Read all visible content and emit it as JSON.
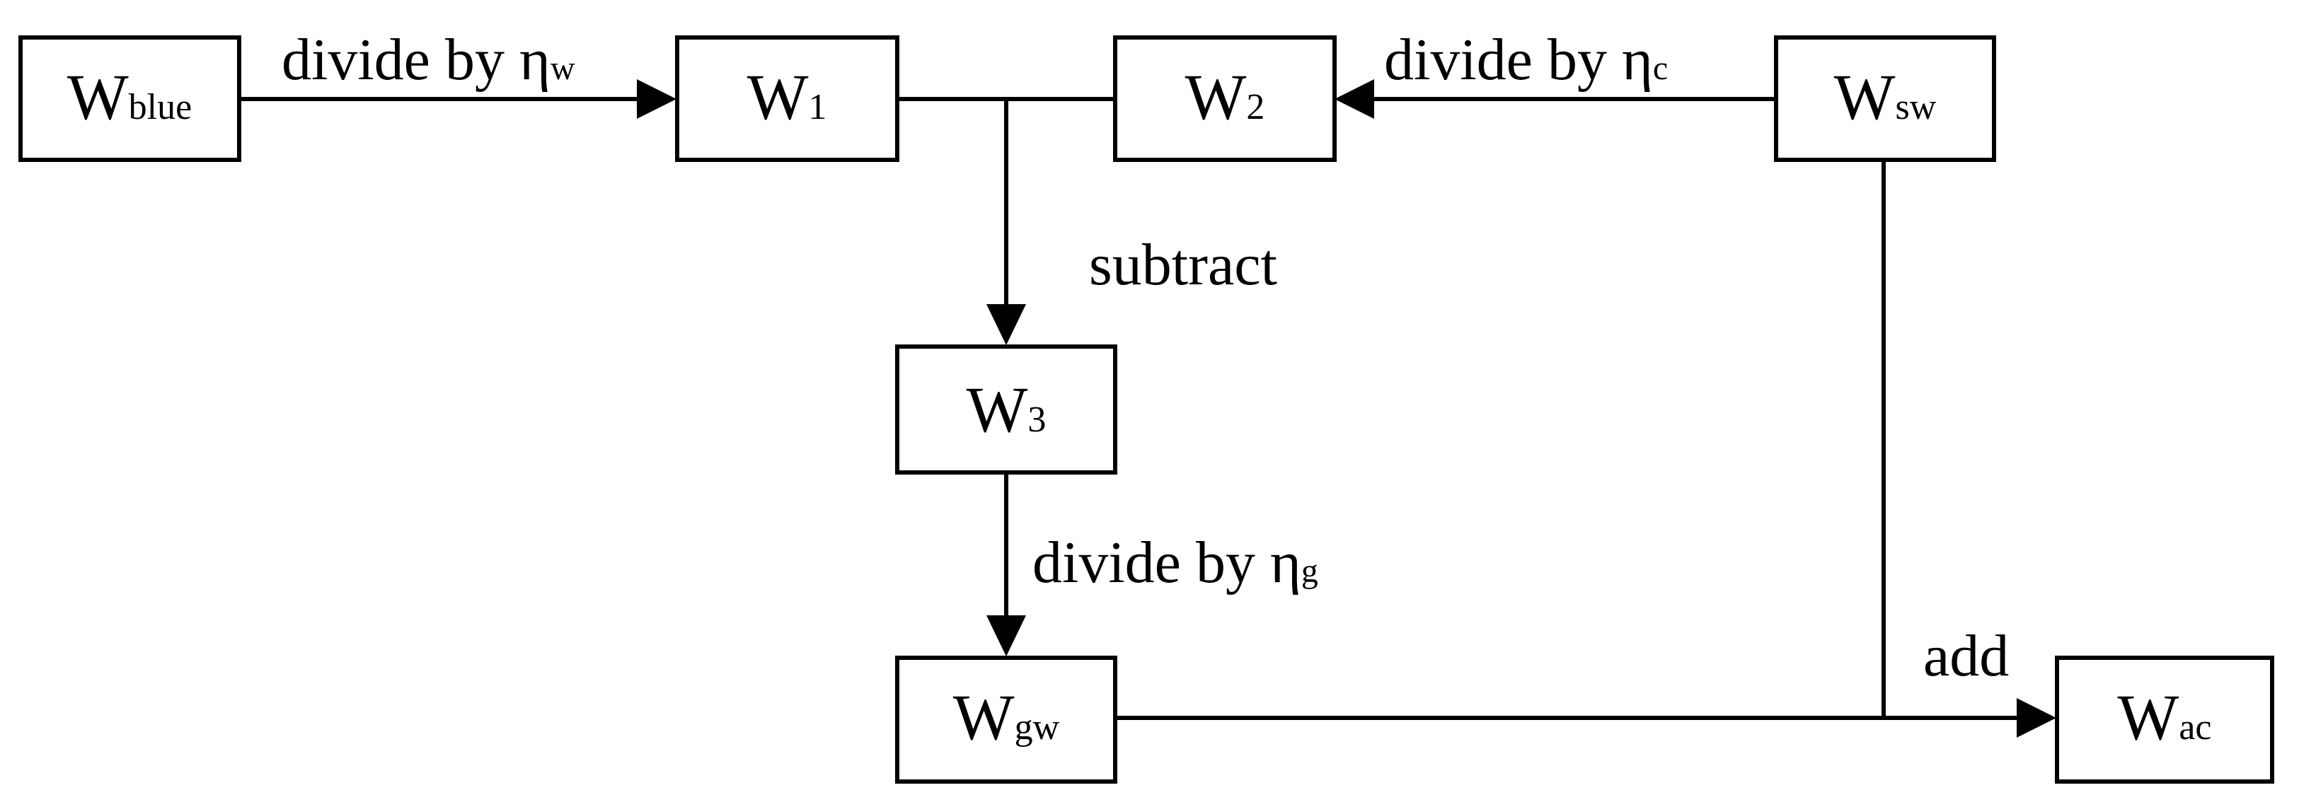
{
  "diagram": {
    "nodes": {
      "w_blue": {
        "main": "W",
        "sub": "blue"
      },
      "w1": {
        "main": "W",
        "sub": "1"
      },
      "w2": {
        "main": "W",
        "sub": "2"
      },
      "w_sw": {
        "main": "W",
        "sub": "sw"
      },
      "w3": {
        "main": "W",
        "sub": "3"
      },
      "w_gw": {
        "main": "W",
        "sub": "gw"
      },
      "w_ac": {
        "main": "W",
        "sub": "ac"
      }
    },
    "edges": {
      "blue_to_w1": {
        "text": "divide by η",
        "sub": "w"
      },
      "sw_to_w2": {
        "text": "divide by η",
        "sub": "c"
      },
      "w12_to_w3": {
        "text": "subtract"
      },
      "w3_to_wgw": {
        "text": "divide by η",
        "sub": "g"
      },
      "to_wac": {
        "text": "add"
      }
    },
    "colors": {
      "stroke": "#000000",
      "background": "#ffffff"
    }
  }
}
